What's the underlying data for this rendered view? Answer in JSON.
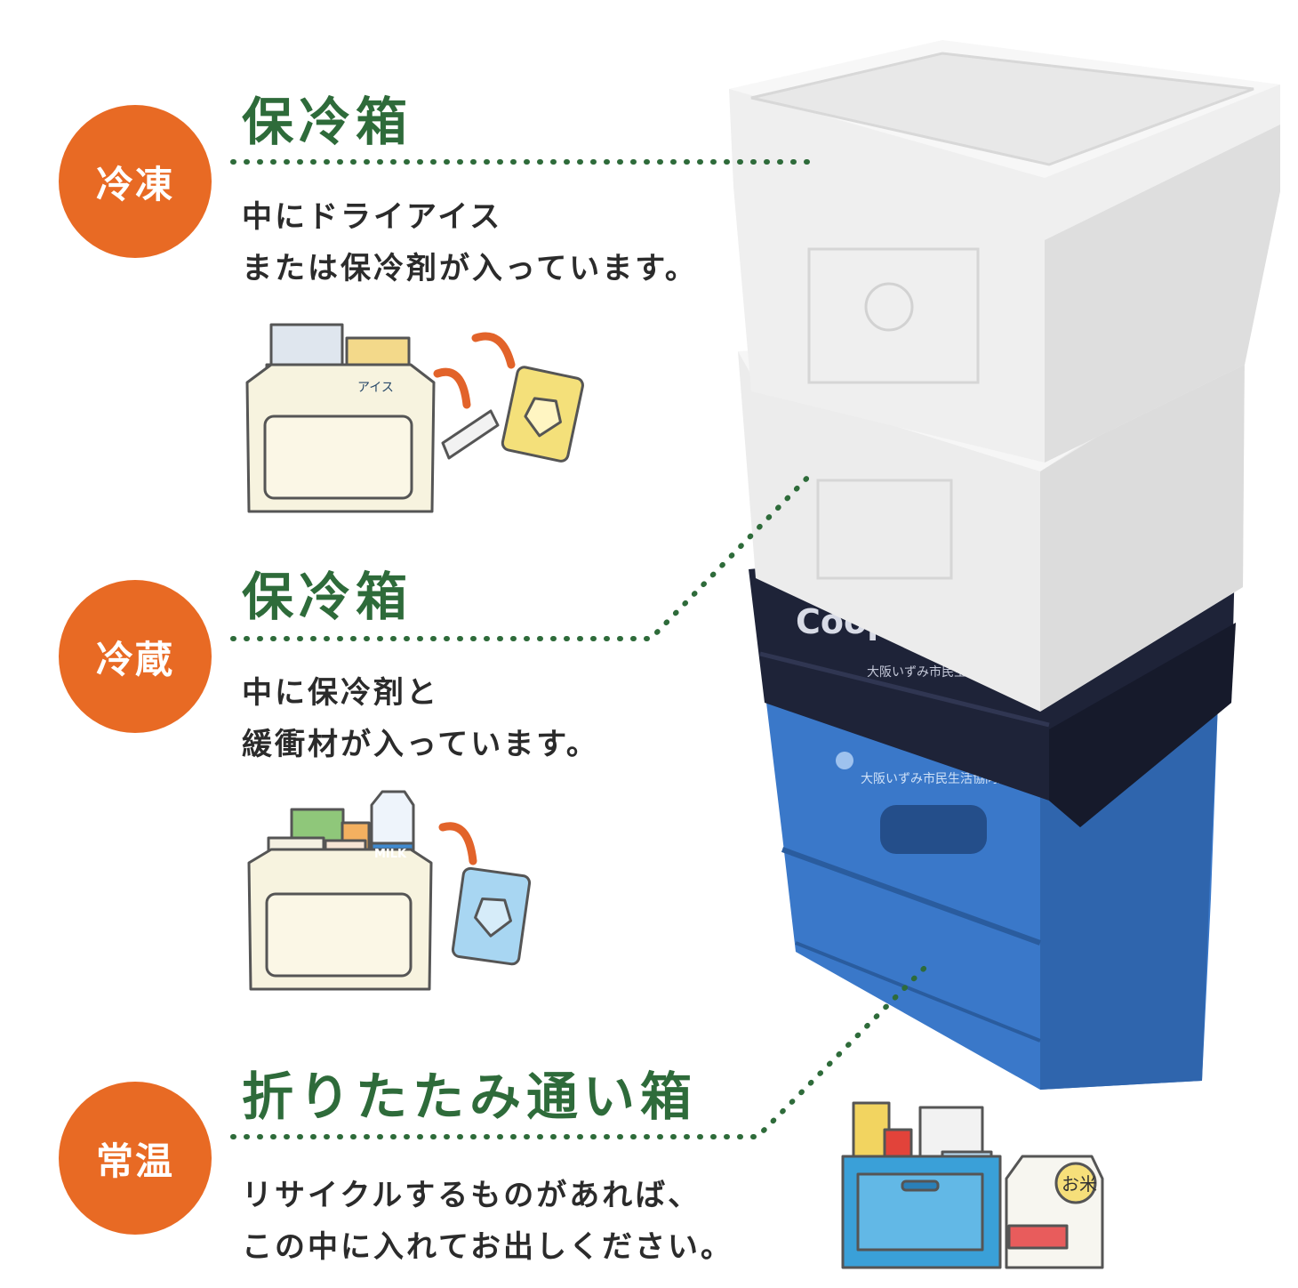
{
  "sections": [
    {
      "badge": "冷凍",
      "title": "保冷箱",
      "lines": [
        "中にドライアイス",
        "または保冷剤が入っています。"
      ]
    },
    {
      "badge": "冷蔵",
      "title": "保冷箱",
      "lines": [
        "中に保冷剤と",
        "緩衝材が入っています。"
      ]
    },
    {
      "badge": "常温",
      "title": "折りたたみ通い箱",
      "lines": [
        "リサイクルするものがあれば、",
        "この中に入れてお出しください。"
      ]
    }
  ],
  "illustration_text": {
    "ice_label": "アイス",
    "milk_label": "MILK",
    "rice_label": "お米"
  },
  "photo_text": {
    "coop_logo": "Coop",
    "crate_text": "大阪いずみ市民生活協同組合"
  },
  "colors": {
    "badge": "#e86a24",
    "title": "#2e6b3a",
    "dotted_line": "#2e6b3a",
    "crate_blue": "#3a78c9",
    "crate_navy": "#1e2338",
    "foam": "#f2f2f2"
  },
  "icons": [
    "arrow-icon",
    "ice-pack-icon",
    "dry-ice-icon",
    "milk-carton-icon",
    "rice-bag-icon"
  ]
}
